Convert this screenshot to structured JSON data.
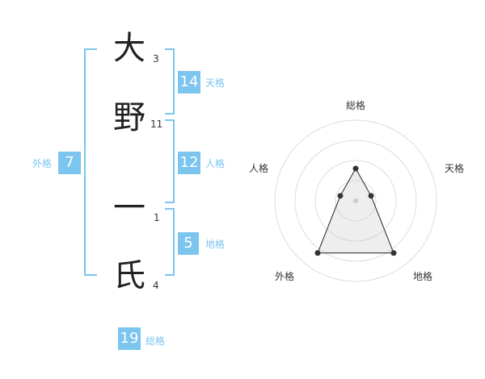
{
  "name": {
    "chars": [
      {
        "char": "大",
        "strokes": "3"
      },
      {
        "char": "野",
        "strokes": "11"
      },
      {
        "char": "一",
        "strokes": "1"
      },
      {
        "char": "氏",
        "strokes": "4"
      }
    ]
  },
  "fortunes": {
    "tenkaku": {
      "value": "14",
      "label": "天格"
    },
    "jinkaku": {
      "value": "12",
      "label": "人格"
    },
    "chikaku": {
      "value": "5",
      "label": "地格"
    },
    "gaikaku": {
      "value": "7",
      "label": "外格"
    },
    "soukaku": {
      "value": "19",
      "label": "総格"
    }
  },
  "colors": {
    "accent": "#7cc5ef",
    "text": "#222222"
  },
  "chart_data": {
    "type": "radar",
    "axes": [
      "総格",
      "天格",
      "地格",
      "外格",
      "人格"
    ],
    "values": [
      2,
      1,
      4,
      4,
      1
    ],
    "max": 5,
    "rings": 4
  }
}
